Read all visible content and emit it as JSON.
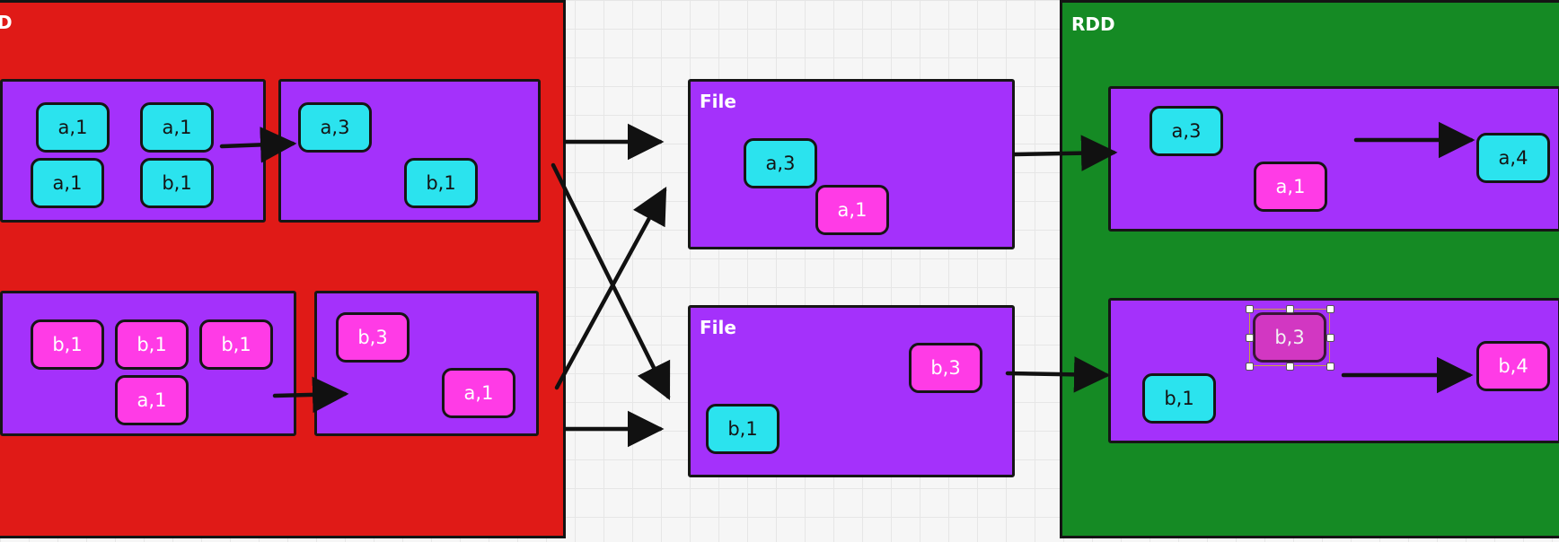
{
  "regions": {
    "left": {
      "label": "D",
      "color": "#e01a17"
    },
    "right": {
      "label": "RDD",
      "color": "#158a24"
    }
  },
  "files": {
    "top": {
      "label": "File"
    },
    "bottom": {
      "label": "File"
    }
  },
  "chips": {
    "left_top_a": [
      "a,1",
      "a,1",
      "a,1",
      "b,1"
    ],
    "left_top_b": [
      "a,3",
      "b,1"
    ],
    "left_bottom_a": [
      "b,1",
      "b,1",
      "b,1",
      "a,1"
    ],
    "left_bottom_b": [
      "b,3",
      "a,1"
    ],
    "file_top": [
      "a,3",
      "a,1"
    ],
    "file_bottom": [
      "b,3",
      "b,1"
    ],
    "right_top": [
      "a,3",
      "a,1",
      "a,4"
    ],
    "right_bottom": [
      "b,3",
      "b,1",
      "b,4"
    ]
  },
  "colors": {
    "panel": "#a431fb",
    "chip_cyan": "#2be3ee",
    "chip_magenta": "#ff3be6",
    "background": "#f6f6f6"
  }
}
